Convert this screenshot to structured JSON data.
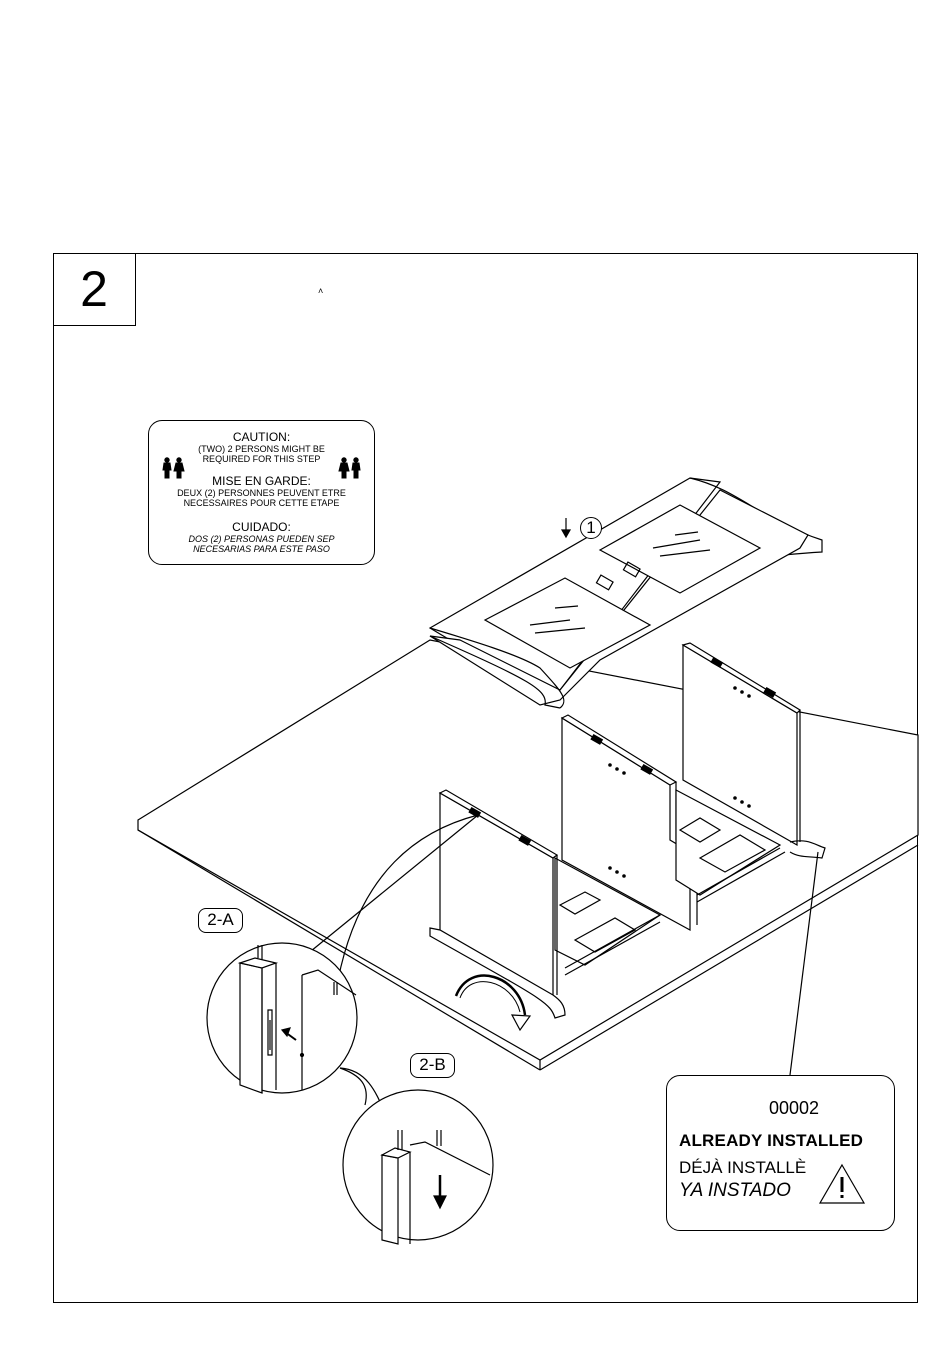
{
  "step": {
    "number": "2",
    "mark": "˄"
  },
  "caution": {
    "en_title": "CAUTION:",
    "en_line1": "(TWO) 2 PERSONS MIGHT BE",
    "en_line2": "REQUIRED FOR THIS STEP",
    "fr_title": "MISE EN GARDE:",
    "fr_line1": "DEUX (2) PERSONNES PEUVENT ETRE",
    "fr_line2": "NECESSAIRES POUR CETTE ETAPE",
    "es_title": "CUIDADO:",
    "es_line1": "DOS (2) PERSONAS PUEDEN SEP",
    "es_line2": "NECESARIAS PARA ESTE PASO",
    "people_icon": "two-persons-icon"
  },
  "callouts": {
    "part_1": "1",
    "detail_a": "2-A",
    "detail_b": "2-B"
  },
  "already_installed": {
    "code": "00002",
    "en": "ALREADY INSTALLED",
    "fr": "DÉJÀ INSTALLÈ",
    "es": "YA INSTADO",
    "icon": "warning-triangle-icon"
  }
}
